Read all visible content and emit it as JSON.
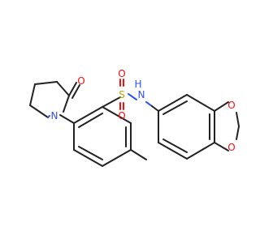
{
  "molecule": {
    "atom_labels": {
      "carbonyl_oxygen": "O",
      "ring_nitrogen": "N",
      "sulfonyl_sulfur": "S",
      "sulfonyl_oxygen_top": "O",
      "sulfonyl_oxygen_bottom": "O",
      "amide_nh": "H",
      "amide_n": "N",
      "dioxole_oxygen_top": "O",
      "dioxole_oxygen_bottom": "O"
    },
    "colors": {
      "carbon_bond": "#222222",
      "oxygen": "#ff0d0d",
      "nitrogen": "#3050f8",
      "sulfur": "#b3a300"
    }
  }
}
